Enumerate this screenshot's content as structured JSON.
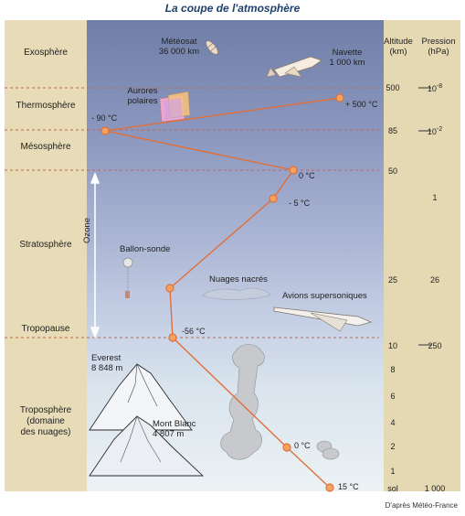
{
  "title": "La coupe de l'atmosphère",
  "source": "D'après Météo-France",
  "headers": {
    "altitude": "Altitude",
    "altitude_unit": "(km)",
    "pressure": "Pression",
    "pressure_unit": "(hPa)"
  },
  "layers": {
    "exosphere": "Exosphère",
    "thermosphere": "Thermosphère",
    "mesosphere": "Mésosphère",
    "stratosphere": "Stratosphère",
    "tropopause": "Tropopause",
    "troposphere_1": "Troposphère",
    "troposphere_2": "(domaine",
    "troposphere_3": "des nuages)"
  },
  "altitudes": [
    "500",
    "85",
    "50",
    "25",
    "10",
    "8",
    "6",
    "4",
    "2",
    "1",
    "sol"
  ],
  "pressures": {
    "p500_base": "10",
    "p500_exp": "-8",
    "p85_base": "10",
    "p85_exp": "-2",
    "p50": "1",
    "p25": "26",
    "p10": "250",
    "psol": "1 000"
  },
  "temperatures": {
    "t500": "+ 500 °C",
    "t_thermo": "- 90 °C",
    "t50": "0 °C",
    "t_strat": "- 5 °C",
    "t10": "-56 °C",
    "t2": "0 °C",
    "tsol": "15 °C"
  },
  "objects": {
    "meteosat_1": "Météosat",
    "meteosat_2": "36 000 km",
    "navette_1": "Navette",
    "navette_2": "1 000 km",
    "aurores_1": "Aurores",
    "aurores_2": "polaires",
    "ozone": "Ozone",
    "ballon": "Ballon-sonde",
    "nuages": "Nuages nacrés",
    "avions": "Avions supersoniques",
    "everest_1": "Everest",
    "everest_2": "8 848 m",
    "montblanc_1": "Mont Blanc",
    "montblanc_2": "4 807 m"
  },
  "colors": {
    "curve": "#e0703a",
    "dashed": "#d8603a",
    "point_fill": "#f3a35e"
  }
}
